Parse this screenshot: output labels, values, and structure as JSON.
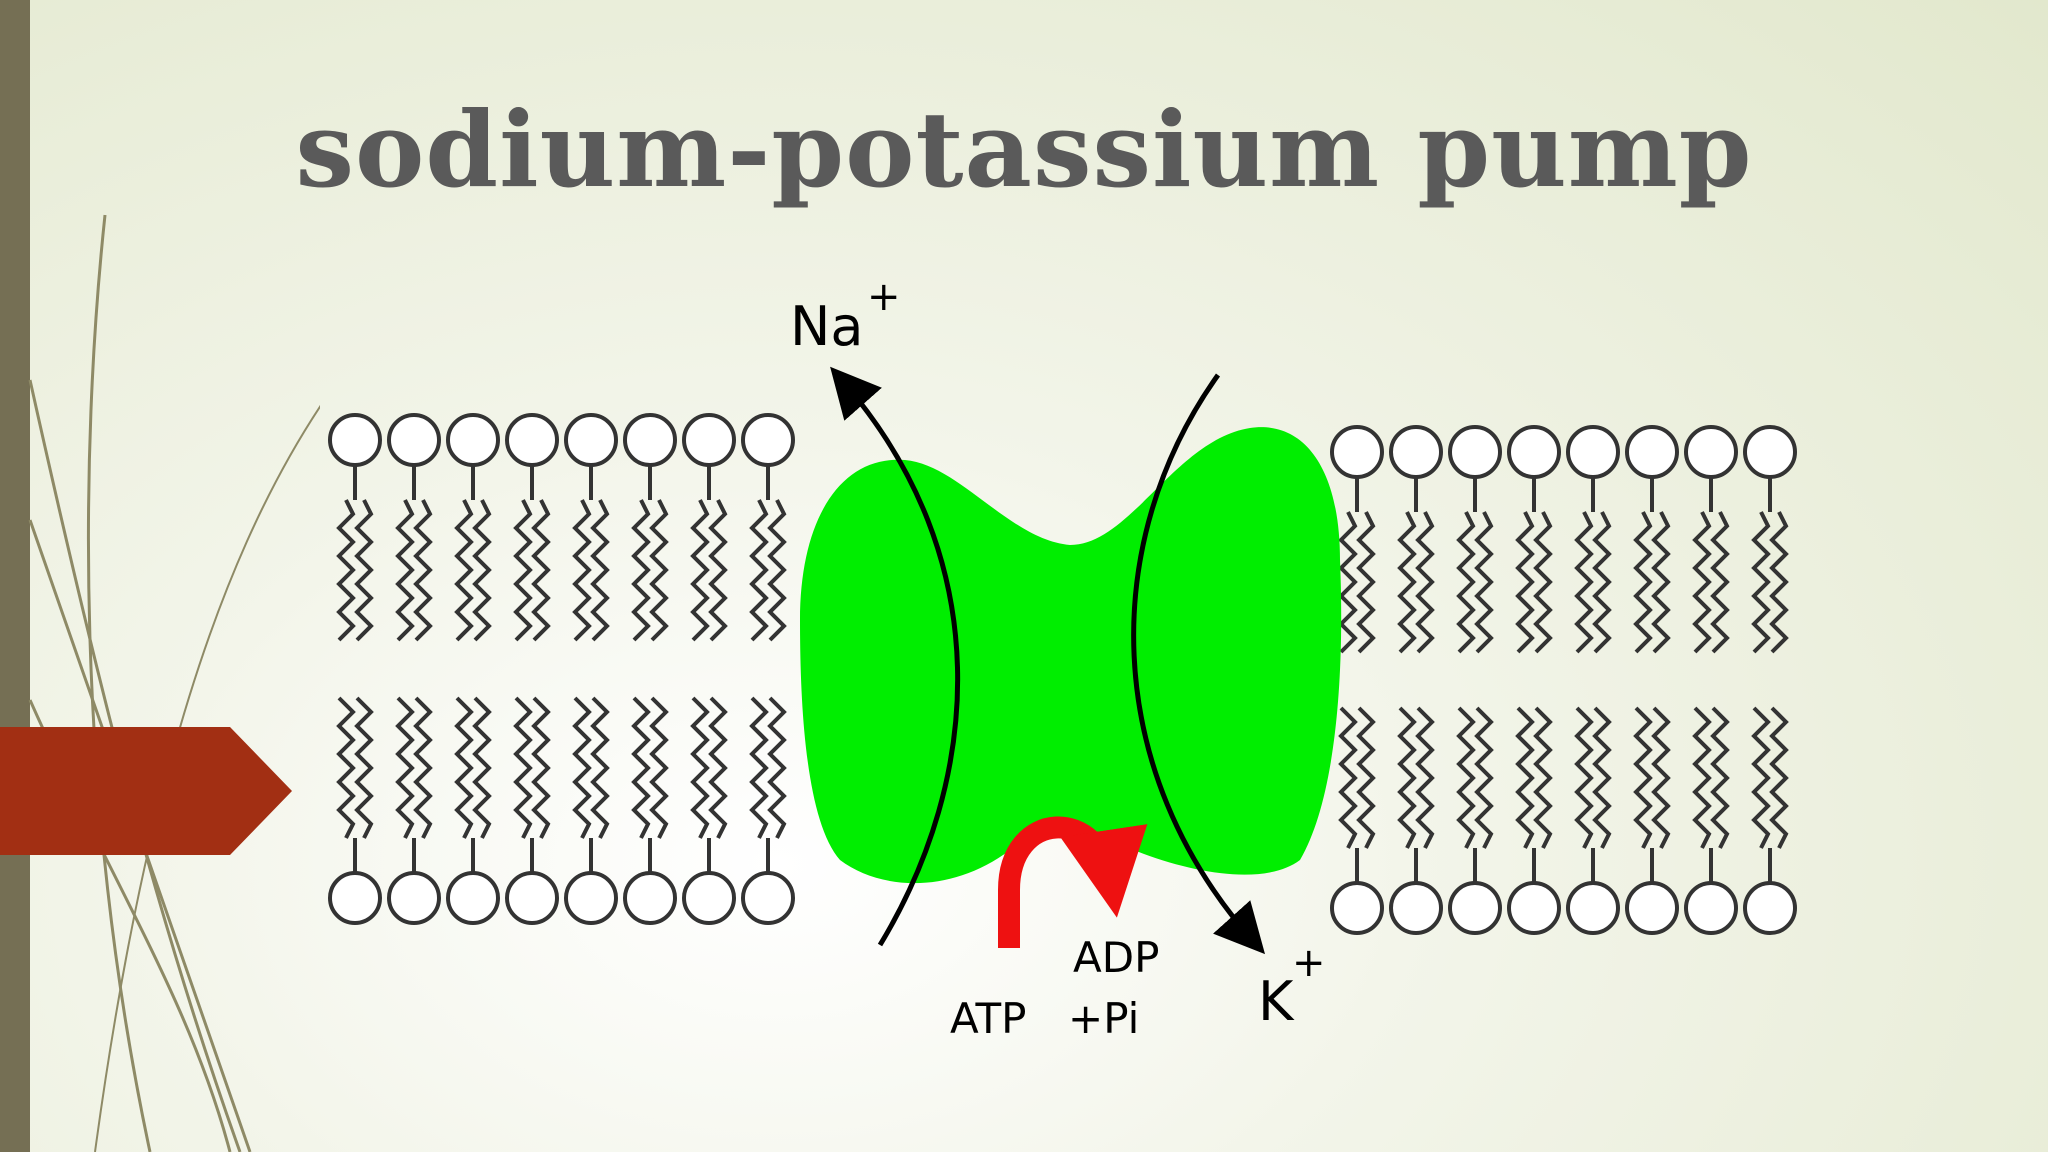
{
  "slide": {
    "title": "sodium-potassium pump"
  },
  "diagram": {
    "na_label": "Na",
    "na_charge": "+",
    "k_label": "K",
    "k_charge": "+",
    "atp_label": "ATP",
    "adp_label": "ADP",
    "pi_label": "+Pi"
  },
  "colors": {
    "protein": "#00ee00",
    "arrow_atp": "#ee1111",
    "title": "#5a5a5a",
    "left_bar": "#756f54",
    "side_tab": "#a22f13"
  }
}
